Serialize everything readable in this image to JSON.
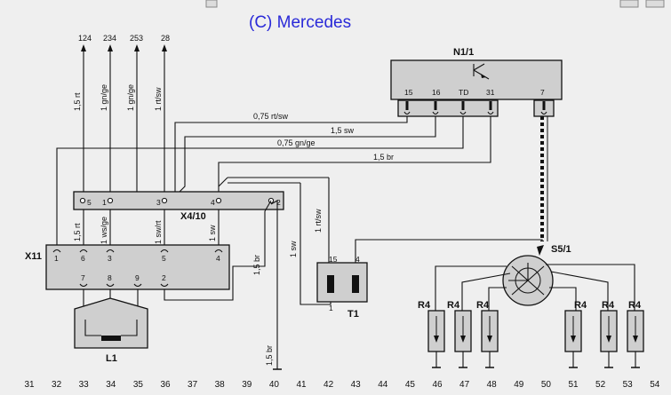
{
  "title": "(C) Mercedes",
  "top_pins": [
    "124",
    "234",
    "253",
    "28"
  ],
  "top_wire_labels": [
    "1,5 rt",
    "1 gn/ge",
    "1 gn/ge",
    "1 rt/sw"
  ],
  "components": {
    "n1": "N1/1",
    "x4": "X4/10",
    "x11": "X11",
    "s5": "S5/1",
    "t1": "T1",
    "l1": "L1",
    "r4": "R4"
  },
  "n1_pins": [
    "15",
    "16",
    "TD",
    "31",
    "7"
  ],
  "x4_pins": [
    "5",
    "1",
    "3",
    "4",
    "2"
  ],
  "x11_pins_top": [
    "1",
    "6",
    "3",
    "5",
    "4"
  ],
  "x11_pins_bottom": [
    "7",
    "8",
    "9",
    "2"
  ],
  "t1_pins": [
    "15",
    "4",
    "1"
  ],
  "horizontal_wire_labels": [
    "0,75 rt/sw",
    "1,5 sw",
    "0,75 gn/ge",
    "1,5 br"
  ],
  "vertical_wire_labels": [
    "1,5 rt",
    "1 ws/ge",
    "1 sw/rt",
    "1 sw",
    "1,5 br",
    "1 sw",
    "1 rt/sw",
    "1,5 br"
  ],
  "bottom_scale": [
    "31",
    "32",
    "33",
    "34",
    "35",
    "36",
    "37",
    "38",
    "39",
    "40",
    "41",
    "42",
    "43",
    "44",
    "45",
    "46",
    "47",
    "48",
    "49",
    "50",
    "51",
    "52",
    "53",
    "54"
  ]
}
